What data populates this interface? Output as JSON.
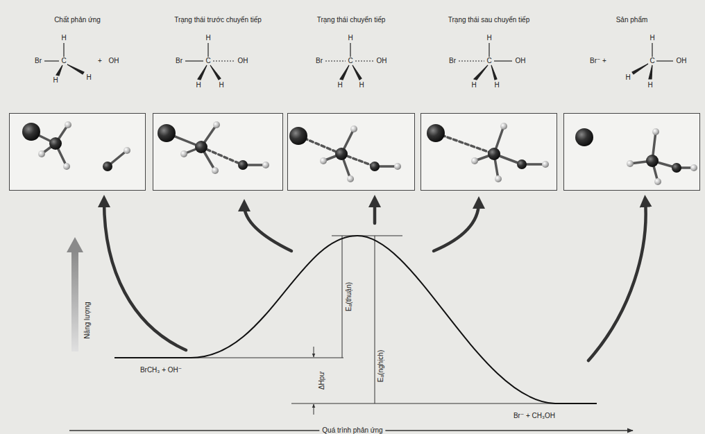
{
  "diagram": {
    "nodes": [
      {
        "text": [
          "Chất phản ứng"
        ]
      },
      {
        "text": [
          "Trạng thái trước chuyển tiếp"
        ]
      },
      {
        "text": [
          "Trạng thái chuyển tiếp"
        ]
      },
      {
        "text": [
          "Trạng thái sau chuyển tiếp"
        ]
      },
      {
        "text": [
          "Sản phẩm"
        ]
      }
    ],
    "labels": [
      "Br",
      "C",
      "H",
      "H",
      "H",
      "+",
      "OH",
      "Br",
      "C",
      "H",
      "OH",
      "H",
      "H",
      "Br",
      "C",
      "H",
      "OH",
      "H",
      "H",
      "Br",
      "C",
      "H",
      "OH",
      "H",
      "H",
      "Br⁻ +",
      "H",
      "C",
      "OH",
      "H",
      "H",
      "Năng lượng",
      "BrCH₃ + OH⁻",
      "Eₐ(thuận)",
      "Eₐ(nghịch)",
      "ΔHpư",
      "Br⁻ + CH₃OH",
      "Quá trình phản ứng"
    ]
  }
}
